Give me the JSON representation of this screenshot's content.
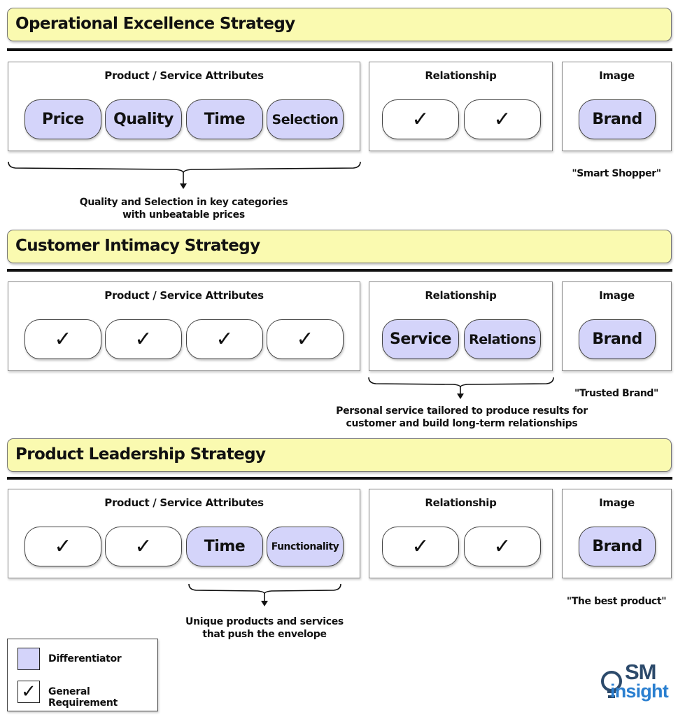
{
  "strategies": [
    {
      "title": "Operational Excellence Strategy",
      "attributes_header": "Product / Service Attributes",
      "attributes": [
        {
          "label": "Price",
          "kind": "differentiator"
        },
        {
          "label": "Quality",
          "kind": "differentiator"
        },
        {
          "label": "Time",
          "kind": "differentiator"
        },
        {
          "label": "Selection",
          "kind": "differentiator"
        }
      ],
      "relationship_header": "Relationship",
      "relationship": [
        {
          "label": "✓",
          "kind": "requirement"
        },
        {
          "label": "✓",
          "kind": "requirement"
        }
      ],
      "image_header": "Image",
      "image": {
        "label": "Brand",
        "kind": "differentiator"
      },
      "caption": [
        "Quality and Selection in key categories",
        "with unbeatable prices"
      ],
      "quote": "\"Smart Shopper\""
    },
    {
      "title": "Customer Intimacy Strategy",
      "attributes_header": "Product / Service Attributes",
      "attributes": [
        {
          "label": "✓",
          "kind": "requirement"
        },
        {
          "label": "✓",
          "kind": "requirement"
        },
        {
          "label": "✓",
          "kind": "requirement"
        },
        {
          "label": "✓",
          "kind": "requirement"
        }
      ],
      "relationship_header": "Relationship",
      "relationship": [
        {
          "label": "Service",
          "kind": "differentiator"
        },
        {
          "label": "Relations",
          "kind": "differentiator"
        }
      ],
      "image_header": "Image",
      "image": {
        "label": "Brand",
        "kind": "differentiator"
      },
      "caption": [
        "Personal service tailored to produce results for",
        "customer and build long-term relationships"
      ],
      "quote": "\"Trusted Brand\""
    },
    {
      "title": "Product Leadership Strategy",
      "attributes_header": "Product / Service Attributes",
      "attributes": [
        {
          "label": "✓",
          "kind": "requirement"
        },
        {
          "label": "✓",
          "kind": "requirement"
        },
        {
          "label": "Time",
          "kind": "differentiator"
        },
        {
          "label": "Functionality",
          "kind": "differentiator"
        }
      ],
      "relationship_header": "Relationship",
      "relationship": [
        {
          "label": "✓",
          "kind": "requirement"
        },
        {
          "label": "✓",
          "kind": "requirement"
        }
      ],
      "image_header": "Image",
      "image": {
        "label": "Brand",
        "kind": "differentiator"
      },
      "caption": [
        "Unique products and services",
        "that push the envelope"
      ],
      "quote": "\"The best product\""
    }
  ],
  "legend": {
    "differentiator_label": "Differentiator",
    "requirement_label": "General Requirement",
    "requirement_mark": "✓"
  },
  "logo": {
    "top": "SM",
    "bottom": "insight"
  },
  "colors": {
    "banner": "#fafab0",
    "differentiator": "#d4d4fa",
    "requirement": "#ffffff"
  }
}
